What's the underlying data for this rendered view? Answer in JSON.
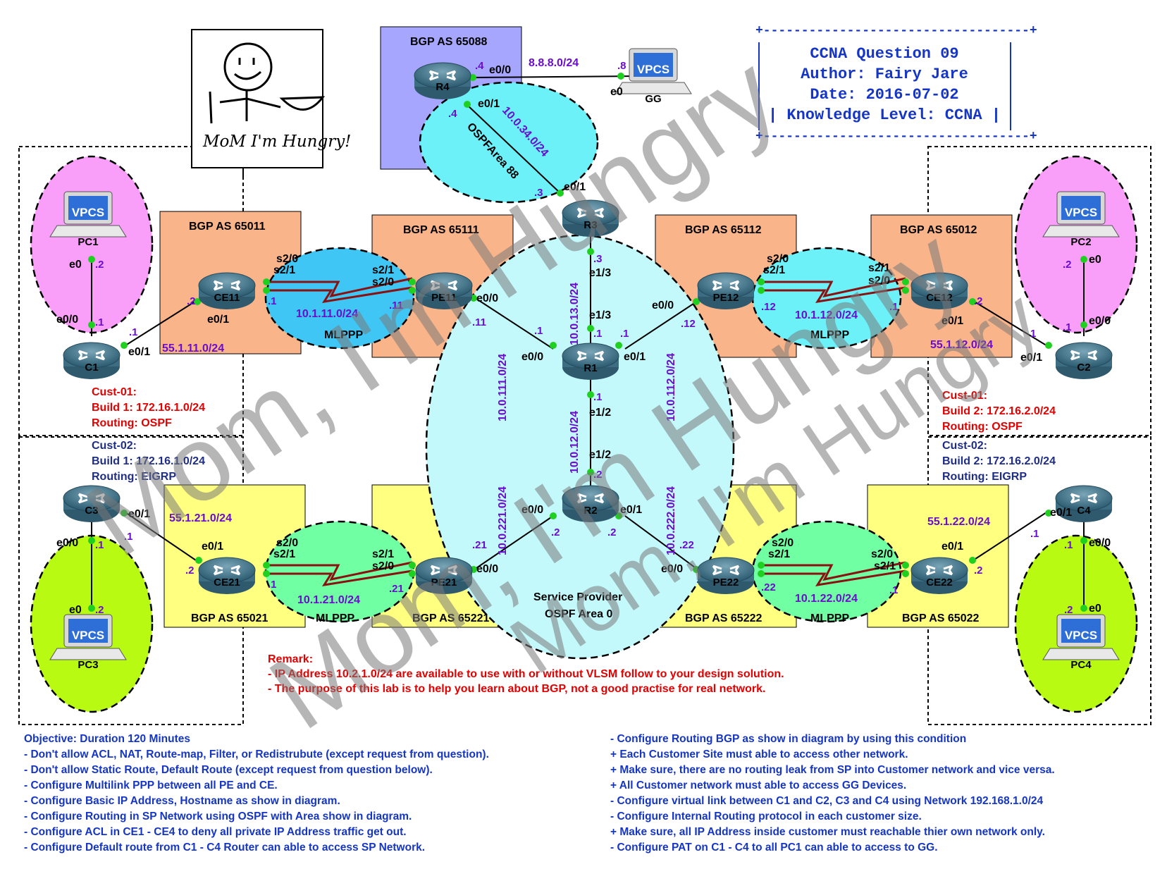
{
  "info_box": {
    "lines": [
      "CCNA Question 09",
      "Author: Fairy Jare",
      "Date: 2016-07-02",
      "| Knowledge Level: CCNA |"
    ],
    "border_top": "+-----------------------------------+",
    "border_bottom": "+-----------------------------------+"
  },
  "watermark": [
    "Mom, I'm Hungry",
    "Mom, I'm Hungry",
    "Mom, I'm Hungry"
  ],
  "cartoon_caption": "MoM I'm Hungry!",
  "areas": {
    "as65088": "BGP AS 65088",
    "as65011": "BGP AS 65011",
    "as65111": "BGP AS 65111",
    "as65112": "BGP AS 65112",
    "as65012": "BGP AS 65012",
    "as65021": "BGP AS 65021",
    "as65221": "BGP AS 65221",
    "as65222": "BGP AS 65222",
    "as65022": "BGP AS 65022",
    "ospf88": "OSPFArea 88",
    "sp1": "Service Provider",
    "sp2": "OSPF Area 0",
    "mlppp": "MLPPP"
  },
  "devices": {
    "R4": "R4",
    "R3": "R3",
    "R1": "R1",
    "R2": "R2",
    "CE11": "CE11",
    "PE11": "PE11",
    "PE12": "PE12",
    "CE12": "CE12",
    "CE21": "CE21",
    "PE21": "PE21",
    "PE22": "PE22",
    "CE22": "CE22",
    "C1": "C1",
    "C2": "C2",
    "C3": "C3",
    "C4": "C4",
    "vpcs": "VPCS",
    "PC1": "PC1",
    "PC2": "PC2",
    "PC3": "PC3",
    "PC4": "PC4",
    "GG": "GG"
  },
  "networks": {
    "n8": "8.8.8.0/24",
    "n34": "10.0.34.0/24",
    "n13": "10.0.13.0/24",
    "n12": "10.0.12.0/24",
    "n111": "10.0.111.0/24",
    "n112": "10.0.112.0/24",
    "n221": "10.0.221.0/24",
    "n222": "10.0.222.0/24",
    "n1_11": "10.1.11.0/24",
    "n1_12": "10.1.12.0/24",
    "n1_21": "10.1.21.0/24",
    "n1_22": "10.1.22.0/24",
    "n55_11": "55.1.11.0/24",
    "n55_12": "55.1.12.0/24",
    "n55_21": "55.1.21.0/24",
    "n55_22": "55.1.22.0/24"
  },
  "ports": {
    "e00": "e0/0",
    "e01": "e0/1",
    "e0": "e0",
    "e13": "e1/3",
    "e12": "e1/2",
    "s20": "s2/0",
    "s21": "s2/1"
  },
  "hosts": {
    "h1": ".1",
    "h2": ".2",
    "h3": ".3",
    "h4": ".4",
    "h8": ".8",
    "h11": ".11",
    "h12": ".12",
    "h21": ".21",
    "h22": ".22",
    "h1b": "1"
  },
  "customers": {
    "c1_name": "Cust-01:",
    "c1_b1": "Build 1: 172.16.1.0/24",
    "c1_r1": "Routing: OSPF",
    "c1_b2": "Build 2: 172.16.2.0/24",
    "c1_r2": "Routing: OSPF",
    "c2_name": "Cust-02:",
    "c2_b1": "Build 1: 172.16.1.0/24",
    "c2_r1": "Routing: EIGRP",
    "c2_b2": "Build 2: 172.16.2.0/24",
    "c2_r2": "Routing: EIGRP"
  },
  "remark": {
    "title": "Remark:",
    "lines": [
      "- IP Address 10.2.1.0/24 are available to use with or without VLSM follow to your design solution.",
      "- The purpose of this lab is to help you learn about BGP, not a good practise for real network."
    ]
  },
  "objectives_left": [
    "Objective: Duration 120 Minutes",
    "- Don't allow ACL, NAT, Route-map, Filter, or Redistrubute (except request from question).",
    "- Don't allow Static Route, Default Route (except request from question below).",
    "- Configure Multilink PPP between all PE and CE.",
    "- Configure Basic IP Address, Hostname as show in diagram.",
    "- Configure Routing in SP Network using OSPF with Area show in diagram.",
    "- Configure ACL in CE1 - CE4 to deny all private IP Address traffic get out.",
    "- Configure Default route from C1 - C4 Router can able to access SP Network."
  ],
  "objectives_right": [
    "- Configure Routing BGP as show in diagram by using this condition",
    "  + Each Customer Site must able to access other network.",
    "  + Make sure, there are no routing leak from SP into Customer network and vice versa.",
    "  + All Customer network must able to access GG Devices.",
    "- Configure virtual link between C1 and C2, C3 and C4 using Network 192.168.1.0/24",
    "- Configure Internal Routing protocol in each customer size.",
    "  + Make sure, all IP Address inside customer must reachable thier own network only.",
    "- Configure PAT on C1 - C4 to all PC1 can able to access to GG."
  ],
  "colors": {
    "as_orange": "#f9b48a",
    "as_yellow": "#ffff80",
    "as_purple": "#a6a6ff",
    "sp_cyan": "#c4f9fb",
    "mlppp_blue": "#3fc6f4",
    "mlppp_cyan": "#6cf1f9",
    "mlppp_green": "#71ffa3",
    "pink": "#fa9ff9",
    "lime": "#b8fa12",
    "purple_text": "#6a0dcc",
    "blue_text": "#1535c7",
    "red_text": "#e30000",
    "navy_text": "#1e2d86",
    "link_dot": "#20d020"
  }
}
